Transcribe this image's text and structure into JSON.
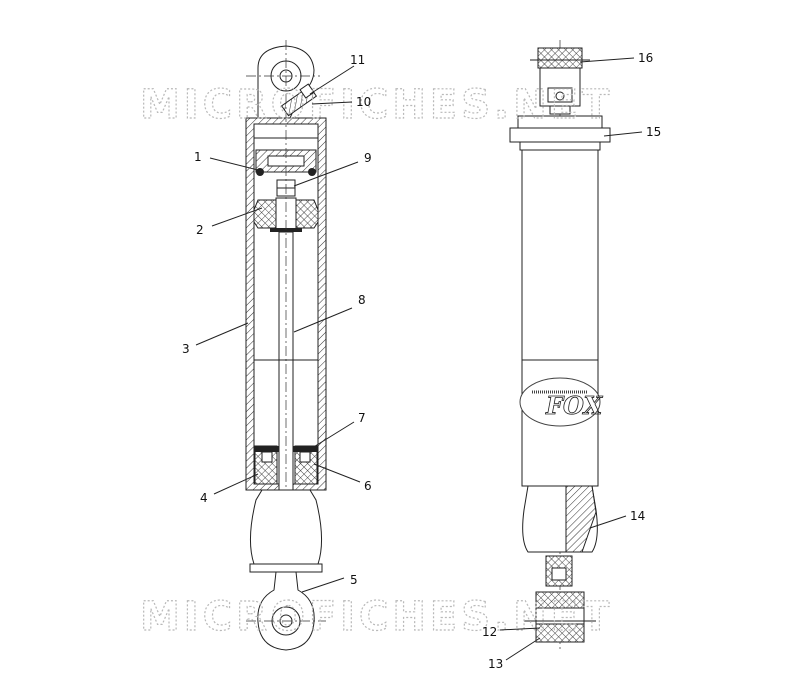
{
  "watermark": "MICROFICHES.NET",
  "diagram": {
    "labels": [
      "1",
      "2",
      "3",
      "4",
      "5",
      "6",
      "7",
      "8",
      "9",
      "10",
      "11",
      "12",
      "13",
      "14",
      "15",
      "16"
    ],
    "logo_text": "FOX"
  }
}
